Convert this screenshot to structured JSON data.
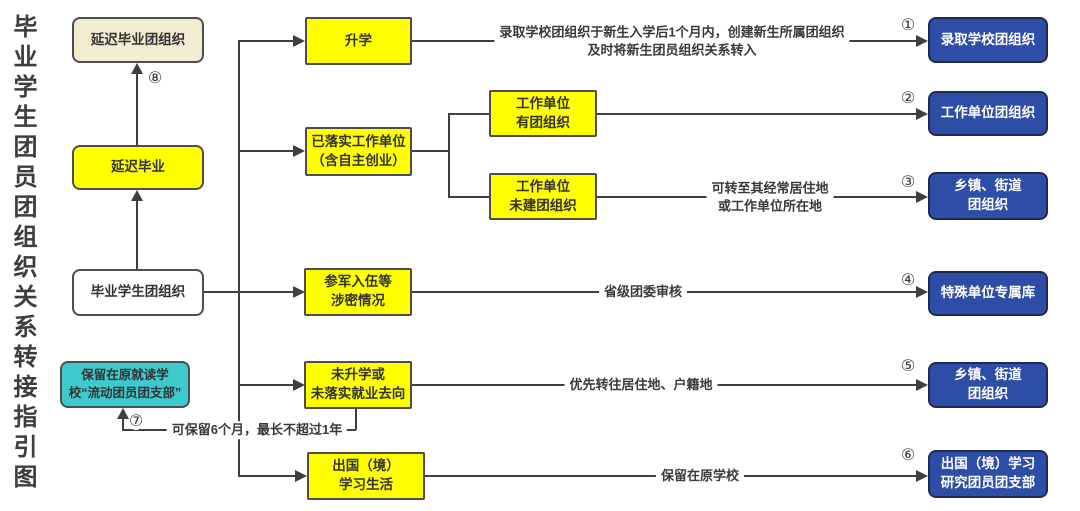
{
  "title": "毕业学生团员团组织关系转接指引图",
  "nodes": {
    "delay_org": {
      "label": "延迟毕业团组织"
    },
    "delay": {
      "label": "延迟毕业"
    },
    "grad": {
      "label": "毕业学生团组织"
    },
    "retain": {
      "label": "保留在原就读学\n校“流动团员团支部”"
    },
    "enroll": {
      "label": "升学"
    },
    "work": {
      "label": "已落实工作单位\n（含自主创业）"
    },
    "work_has": {
      "label": "工作单位\n有团组织"
    },
    "work_no": {
      "label": "工作单位\n未建团组织"
    },
    "army": {
      "label": "参军入伍等\n涉密情况"
    },
    "nojob": {
      "label": "未升学或\n未落实就业去向"
    },
    "abroad": {
      "label": "出国（境）\n学习生活"
    },
    "t1": {
      "label": "录取学校团组织"
    },
    "t2": {
      "label": "工作单位团组织"
    },
    "t3": {
      "label": "乡镇、街道\n团组织"
    },
    "t4": {
      "label": "特殊单位专属库"
    },
    "t5": {
      "label": "乡镇、街道\n团组织"
    },
    "t6": {
      "label": "出国（境）学习\n研究团员团支部"
    }
  },
  "annotations": {
    "a1": "录取学校团组织于新生入学后1个月内，创建新生所属团组织\n及时将新生团员组织关系转入",
    "a3": "可转至其经常居住地\n或工作单位所在地",
    "a4": "省级团委审核",
    "a5": "优先转往居住地、户籍地",
    "a6": "保留在原学校",
    "a7": "可保留6个月，最长不超过1年"
  },
  "badges": {
    "n1": "①",
    "n2": "②",
    "n3": "③",
    "n4": "④",
    "n5": "⑤",
    "n6": "⑥",
    "n7": "⑦",
    "n8": "⑧"
  },
  "colors": {
    "target_blue": "#2e4da6",
    "condition_yellow": "#ffff00",
    "delay_beige": "#f2ecd1",
    "retain_cyan": "#3ec9cd",
    "line": "#3f3f3f"
  }
}
